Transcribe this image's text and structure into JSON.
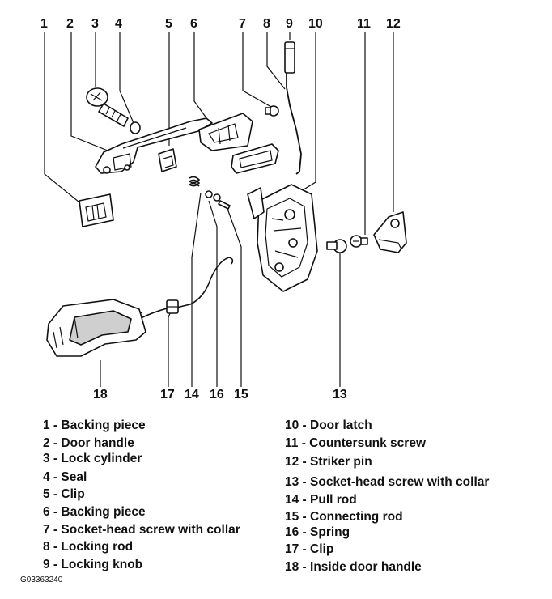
{
  "diagram": {
    "callouts": [
      {
        "id": "1",
        "label": "1"
      },
      {
        "id": "2",
        "label": "2"
      },
      {
        "id": "3",
        "label": "3"
      },
      {
        "id": "4",
        "label": "4"
      },
      {
        "id": "5",
        "label": "5"
      },
      {
        "id": "6",
        "label": "6"
      },
      {
        "id": "7",
        "label": "7"
      },
      {
        "id": "8",
        "label": "8"
      },
      {
        "id": "9",
        "label": "9"
      },
      {
        "id": "10",
        "label": "10"
      },
      {
        "id": "11",
        "label": "11"
      },
      {
        "id": "12",
        "label": "12"
      },
      {
        "id": "13",
        "label": "13"
      },
      {
        "id": "14",
        "label": "14"
      },
      {
        "id": "15",
        "label": "15"
      },
      {
        "id": "16",
        "label": "16"
      },
      {
        "id": "17",
        "label": "17"
      },
      {
        "id": "18",
        "label": "18"
      }
    ],
    "legend_left": [
      "1 - Backing piece",
      "2 - Door handle",
      "3 - Lock cylinder",
      "4 - Seal",
      "5 - Clip",
      "6 - Backing piece",
      "7 - Socket-head screw with collar",
      "8 - Locking rod",
      "9 - Locking knob"
    ],
    "legend_right": [
      "10 - Door latch",
      "11 - Countersunk screw",
      "12 - Striker pin",
      "13 - Socket-head screw with collar",
      "14 - Pull rod",
      "15 - Connecting rod",
      "16 - Spring",
      "17 - Clip",
      "18 - Inside door handle"
    ],
    "figure_code": "G03363240"
  }
}
